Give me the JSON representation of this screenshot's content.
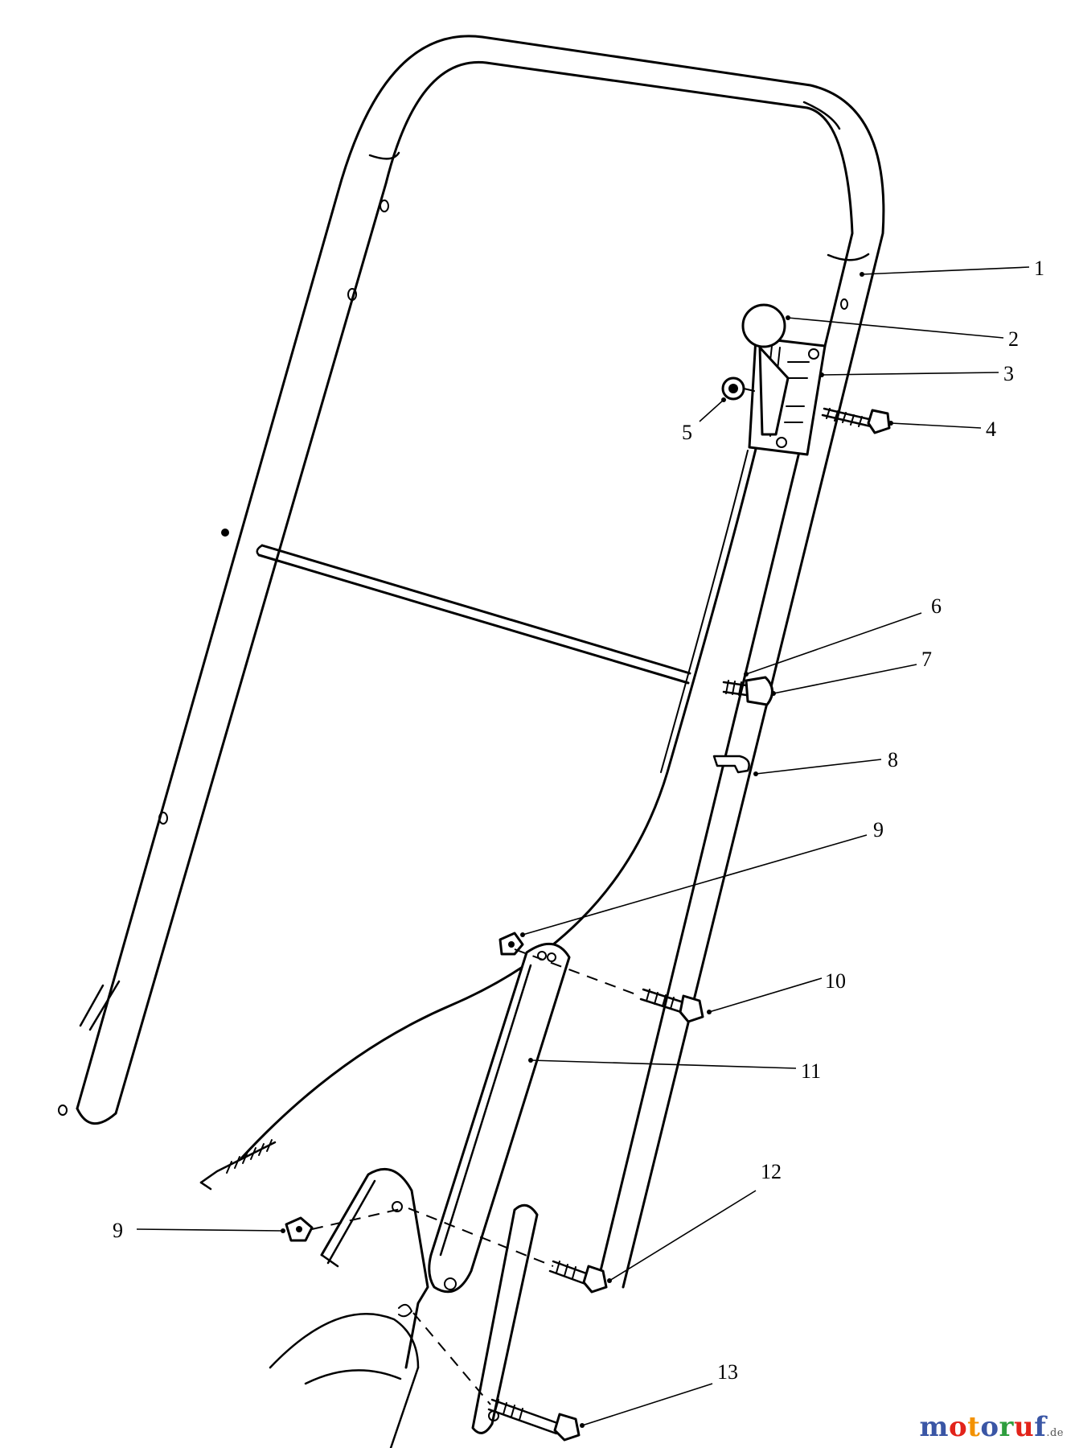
{
  "callouts": [
    "1",
    "2",
    "3",
    "4",
    "5",
    "6",
    "7",
    "8",
    "9",
    "9",
    "10",
    "11",
    "12",
    "13"
  ],
  "watermark": {
    "letters": [
      "m",
      "o",
      "t",
      "o",
      "r",
      "u",
      "f"
    ],
    "colors": [
      "#3a56a5",
      "#e2231a",
      "#f39200",
      "#3a56a5",
      "#2e9e3e",
      "#e2231a",
      "#3a56a5"
    ],
    "suffix": ".de"
  }
}
